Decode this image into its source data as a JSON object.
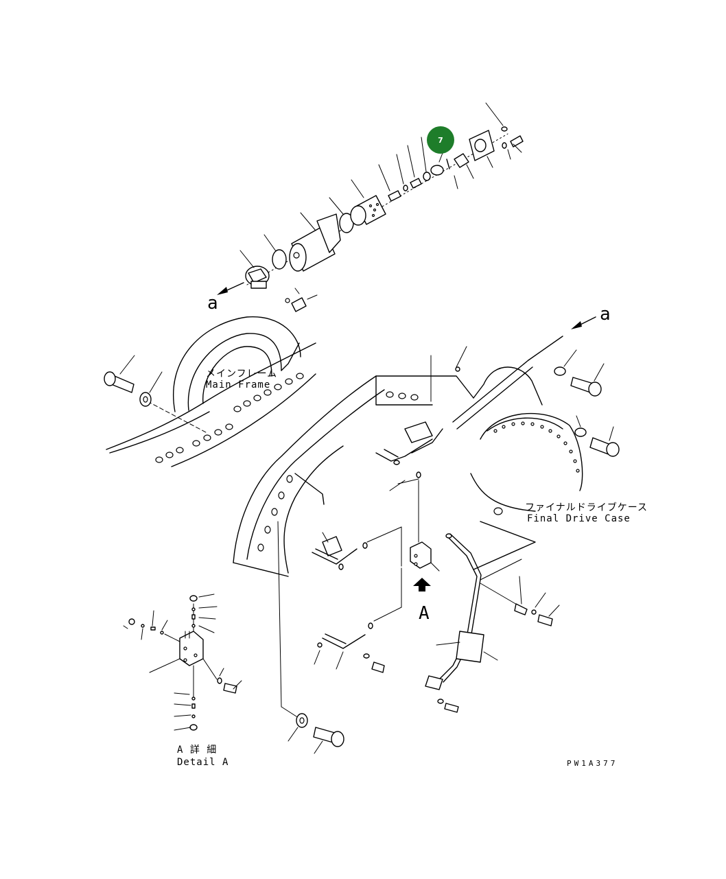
{
  "labels": {
    "main_frame_jp": "メインフレーム",
    "main_frame_en": "Main Frame",
    "final_drive_jp": "ファイナルドライブケース",
    "final_drive_en": "Final Drive Case",
    "view_a_top": "a",
    "view_a_right": "a",
    "view_A": "A",
    "detail_jp": "A 詳 細",
    "detail_en": "Detail A",
    "drawing_code": "PW1A377"
  },
  "callout": {
    "number": "7",
    "color": "#1e7d2a"
  },
  "colors": {
    "line": "#000000",
    "background": "#ffffff"
  }
}
